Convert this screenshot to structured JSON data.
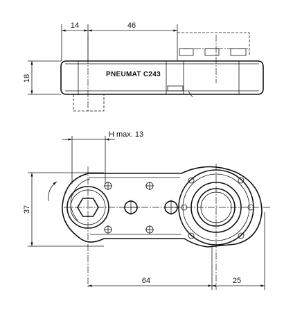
{
  "top_view": {
    "dim_top_left": "14",
    "dim_top_right": "46",
    "dim_height": "18",
    "label": "PNEUMAT C243"
  },
  "bottom_view": {
    "dim_hmax": "H max. 13",
    "dim_height": "37",
    "dim_bottom_left": "64",
    "dim_bottom_right": "25"
  }
}
